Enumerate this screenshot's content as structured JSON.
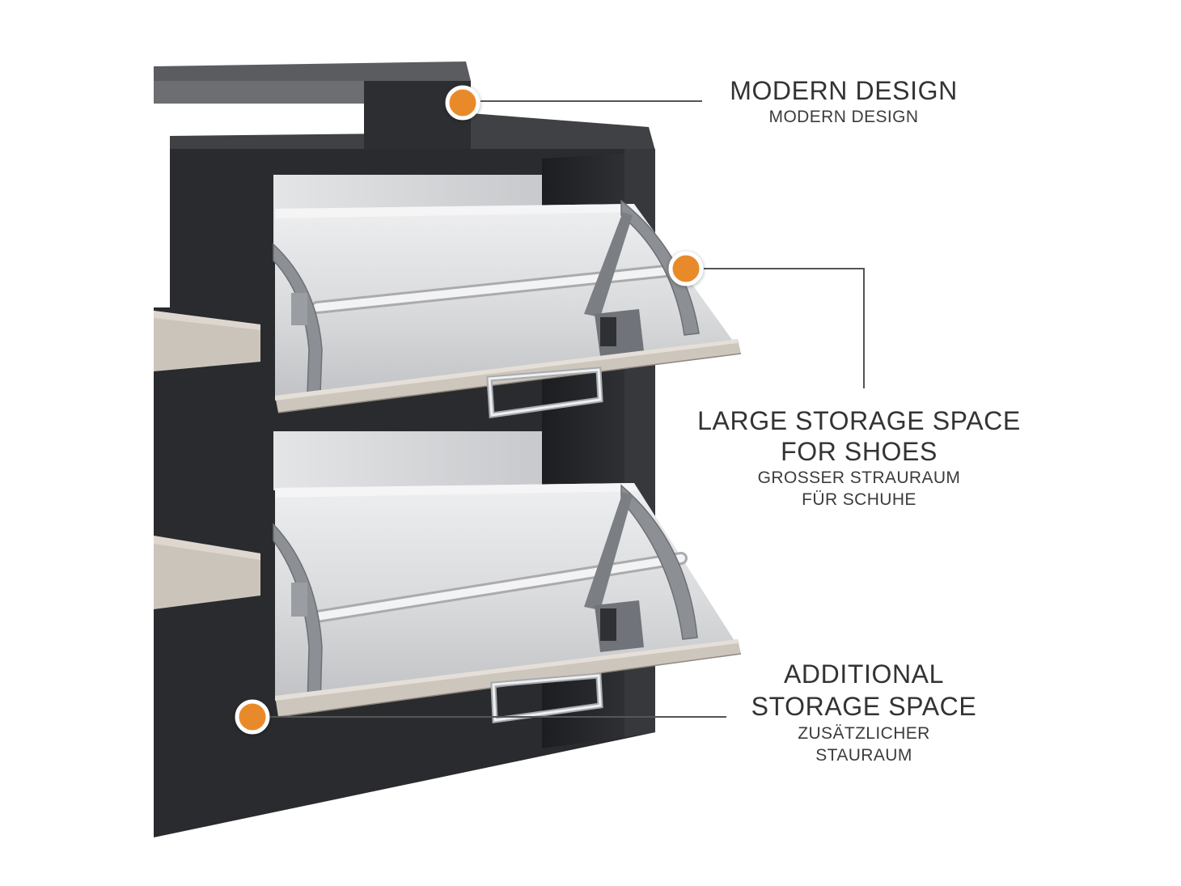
{
  "colors": {
    "accent": "#E98A2C",
    "text": "#333333",
    "line": "#555555",
    "cabinet": "#2a2b2e",
    "shelf": "#cbc4bb"
  },
  "callouts": [
    {
      "title_lines": [
        "MODERN DESIGN"
      ],
      "subtitle_lines": [
        "MODERN DESIGN"
      ]
    },
    {
      "title_lines": [
        "LARGE STORAGE SPACE",
        "FOR SHOES"
      ],
      "subtitle_lines": [
        "GROSSER STRAURAUM",
        "FÜR SCHUHE"
      ]
    },
    {
      "title_lines": [
        "ADDITIONAL",
        "STORAGE SPACE"
      ],
      "subtitle_lines": [
        "ZUSÄTZLICHER",
        "STAURAUM"
      ]
    }
  ]
}
